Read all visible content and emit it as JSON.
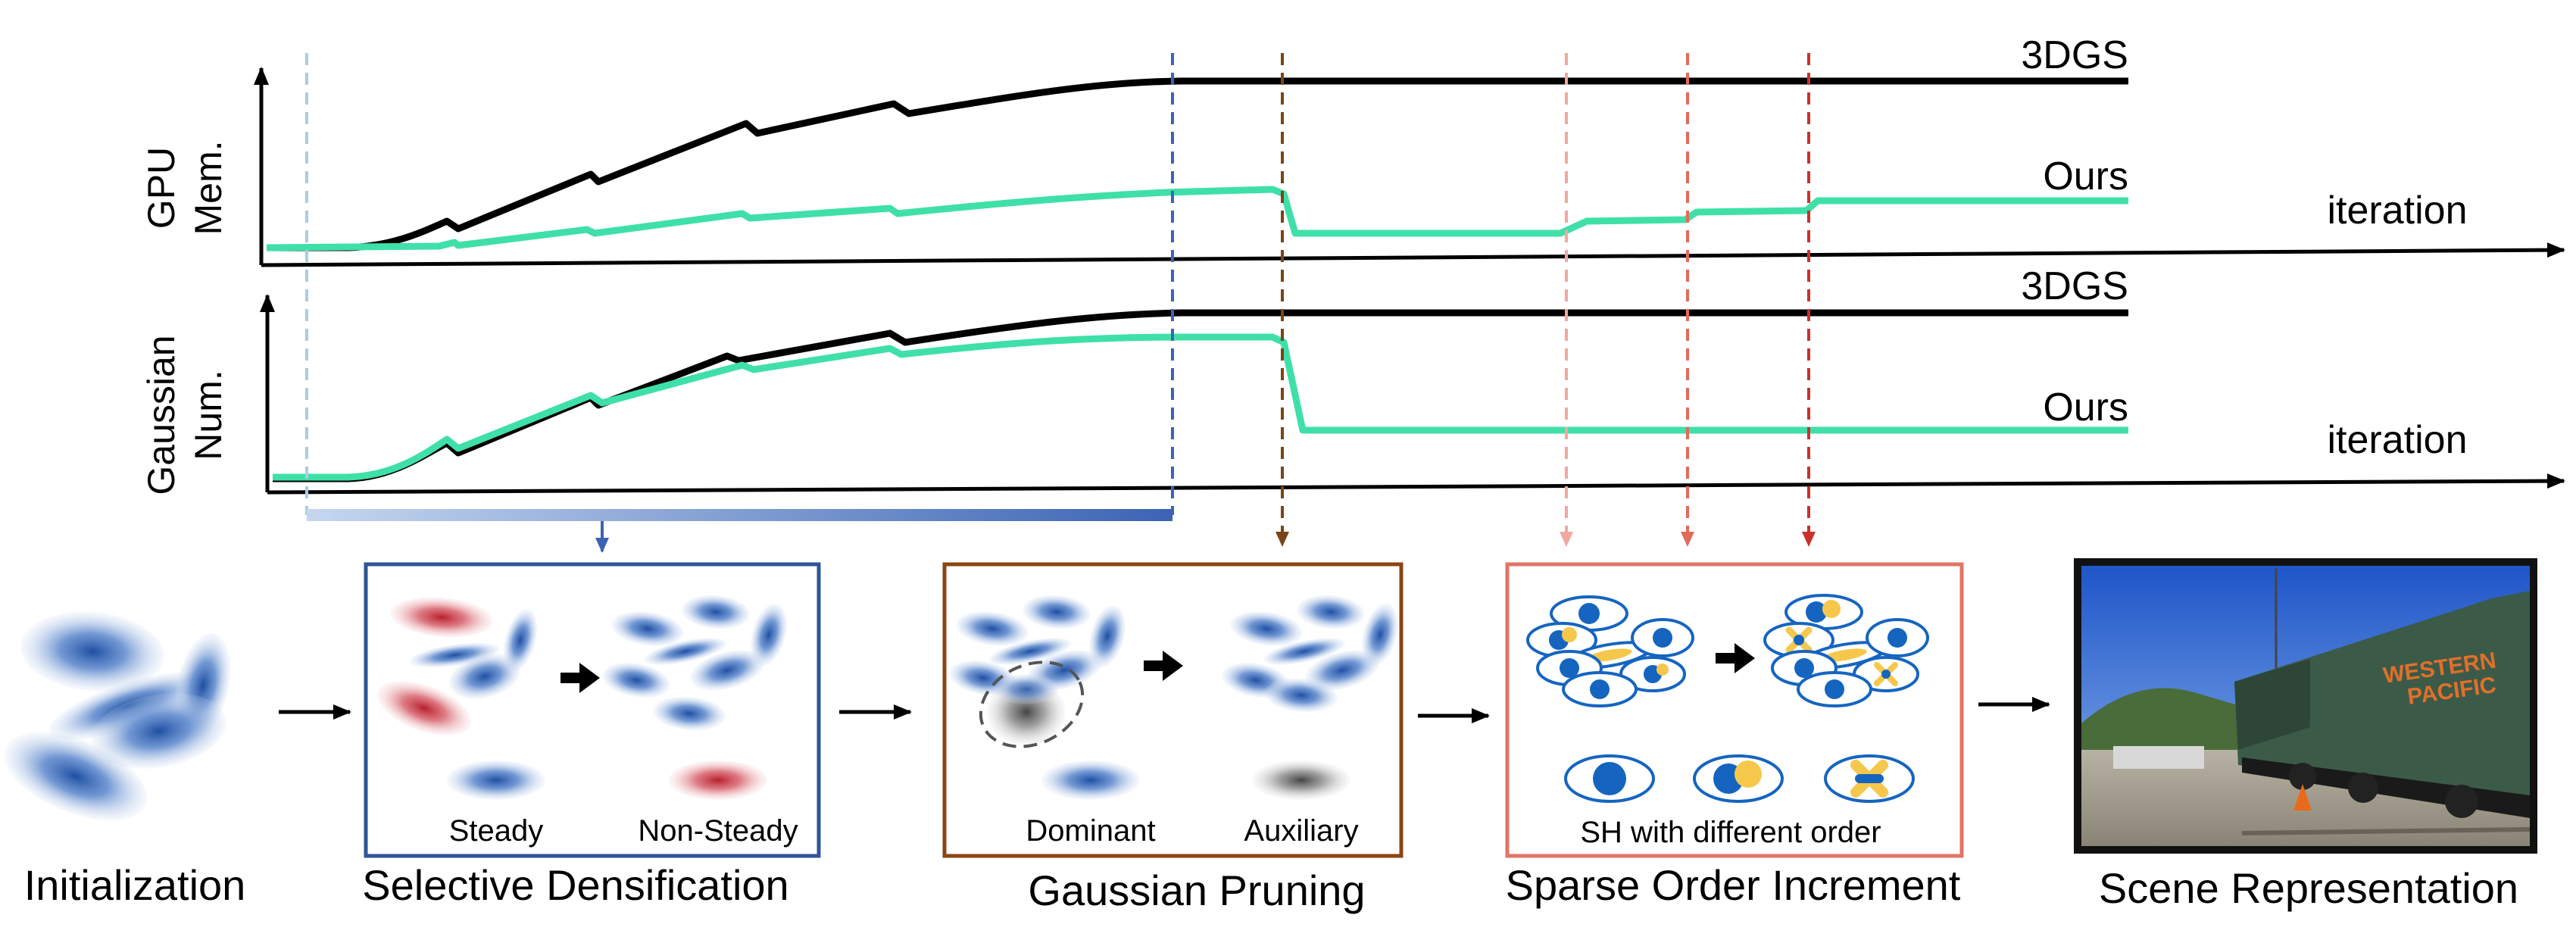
{
  "charts": {
    "gpu_memory": {
      "ylabel_lines": [
        "GPU",
        "Mem."
      ],
      "xlabel": "iteration",
      "series_labels": [
        "3DGS",
        "Ours"
      ]
    },
    "gaussian_number": {
      "ylabel_lines": [
        "Gaussian",
        "Num."
      ],
      "xlabel": "iteration",
      "series_labels": [
        "3DGS",
        "Ours"
      ]
    }
  },
  "stages": {
    "initialization": "Initialization",
    "densification": {
      "title": "Selective Densification",
      "legend": [
        "Steady",
        "Non-Steady"
      ]
    },
    "pruning": {
      "title": "Gaussian Pruning",
      "legend": [
        "Dominant",
        "Auxiliary"
      ]
    },
    "sparse_order": {
      "title": "Sparse Order Increment",
      "caption": "SH with different order"
    },
    "scene": {
      "title": "Scene Representation",
      "train_text_lines": [
        "WESTERN",
        "PACIFIC"
      ]
    }
  },
  "colors": {
    "baseline": "#000000",
    "ours": "#3fe0a8",
    "gaussian_blue": "#3a6fc4",
    "gaussian_red": "#c83c4a",
    "gaussian_gray": "#6b6b6b",
    "densify_border": "#2f5597",
    "prune_border": "#8b4513",
    "sparse_border": "#e07565",
    "sh_blue": "#1565c0",
    "sh_yellow": "#f5c84c"
  }
}
